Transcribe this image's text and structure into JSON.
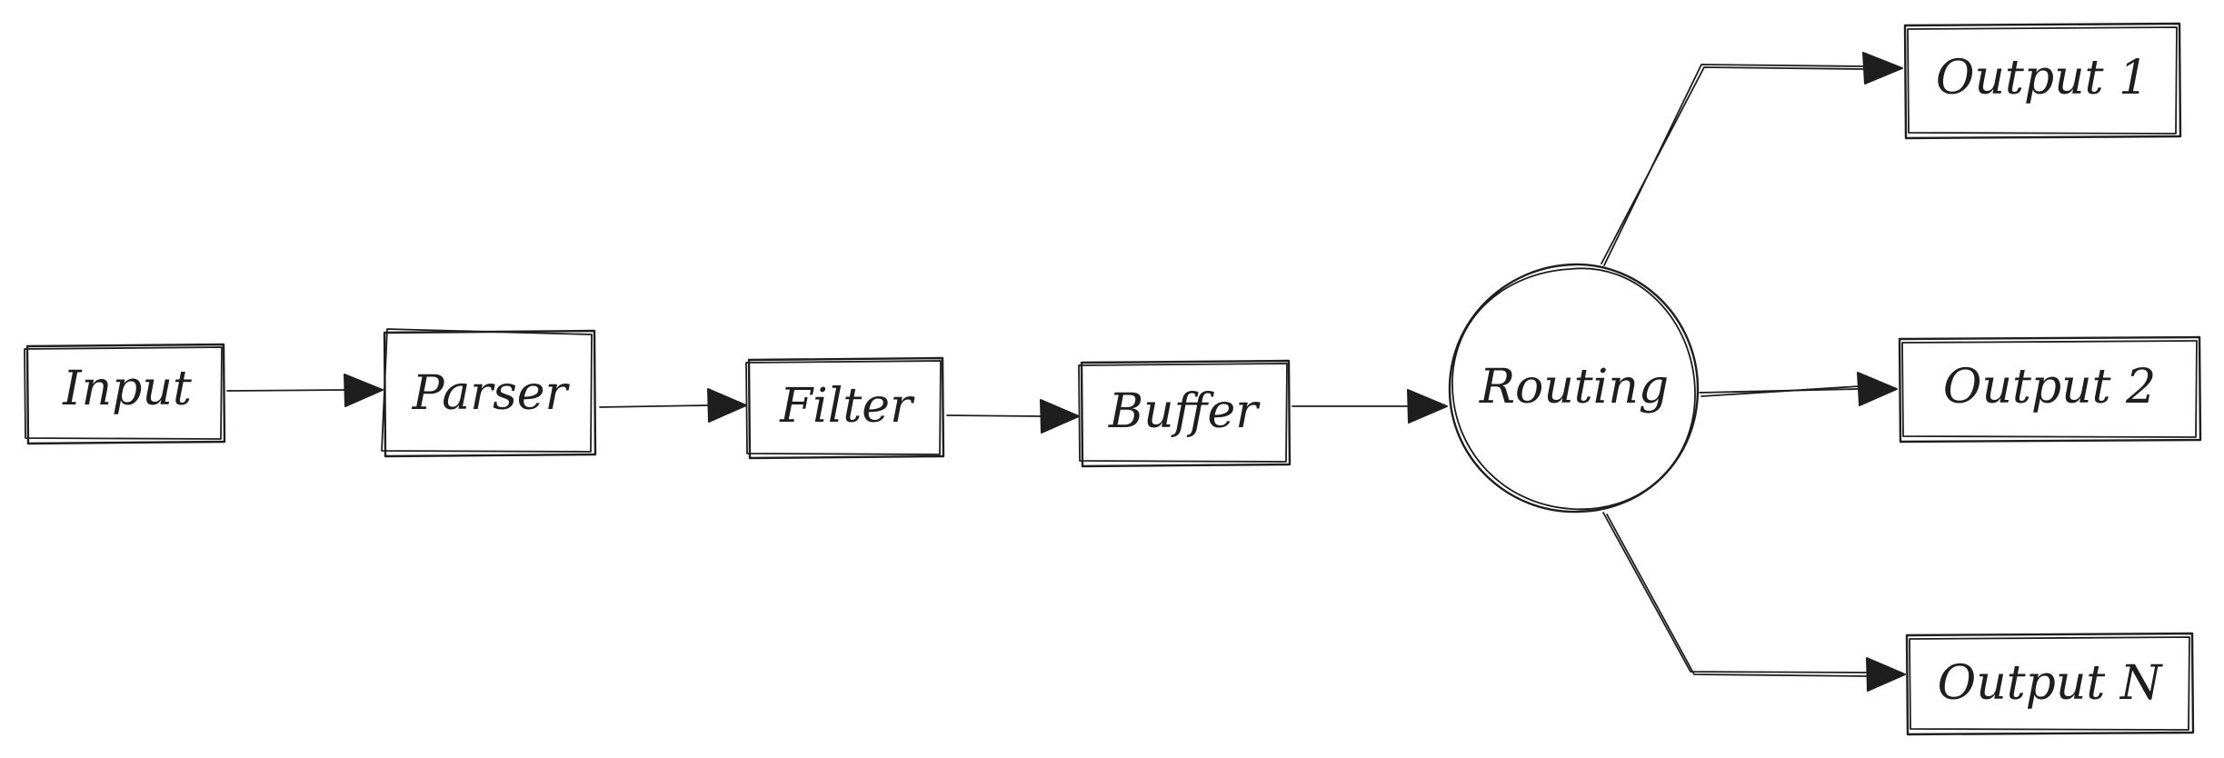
{
  "nodes": {
    "input": {
      "label": "Input"
    },
    "parser": {
      "label": "Parser"
    },
    "filter": {
      "label": "Filter"
    },
    "buffer": {
      "label": "Buffer"
    },
    "routing": {
      "label": "Routing"
    },
    "output_1": {
      "label": "Output 1"
    },
    "output_2": {
      "label": "Output 2"
    },
    "output_n": {
      "label": "Output N"
    }
  },
  "edges": [
    {
      "from": "Input",
      "to": "Parser"
    },
    {
      "from": "Parser",
      "to": "Filter"
    },
    {
      "from": "Filter",
      "to": "Buffer"
    },
    {
      "from": "Buffer",
      "to": "Routing"
    },
    {
      "from": "Routing",
      "to": "Output 1"
    },
    {
      "from": "Routing",
      "to": "Output 2"
    },
    {
      "from": "Routing",
      "to": "Output N"
    }
  ],
  "colors": {
    "stroke": "#1e1e1e",
    "background": "#ffffff"
  }
}
